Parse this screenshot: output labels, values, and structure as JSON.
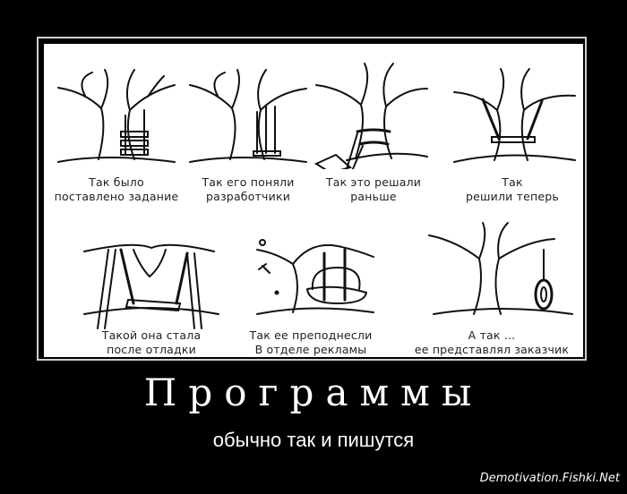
{
  "poster": {
    "background_color": "#000000",
    "frame_color": "#cfcfcf",
    "panels": [
      {
        "id": "task",
        "caption_line1": "Так было",
        "caption_line2": "поставлено задание",
        "illustration": "tree-with-multi-seat-swing"
      },
      {
        "id": "developers",
        "caption_line1": "Так его поняли",
        "caption_line2": "разработчики",
        "illustration": "tree-with-triple-rope-swing"
      },
      {
        "id": "before",
        "caption_line1": "Так это решали",
        "caption_line2": "раньше",
        "illustration": "tree-with-swing-tied-to-trunk"
      },
      {
        "id": "now",
        "caption_line1": "Так",
        "caption_line2": "решили теперь",
        "illustration": "tree-with-seat-around-trunk"
      },
      {
        "id": "debug",
        "caption_line1": "Такой она стала",
        "caption_line2": "после отладки",
        "illustration": "tree-with-propped-swing"
      },
      {
        "id": "marketing",
        "caption_line1": "Так ее преподнесли",
        "caption_line2": "В отделе рекламы",
        "illustration": "tree-with-fancy-armchair-swing"
      },
      {
        "id": "customer",
        "caption_line1": "А так ...",
        "caption_line2": "ее представлял заказчик",
        "illustration": "tree-with-tire-swing"
      }
    ],
    "title": "Программы",
    "subtitle": "обычно так и пишутся",
    "watermark": "Demotivation.Fishki.Net"
  }
}
